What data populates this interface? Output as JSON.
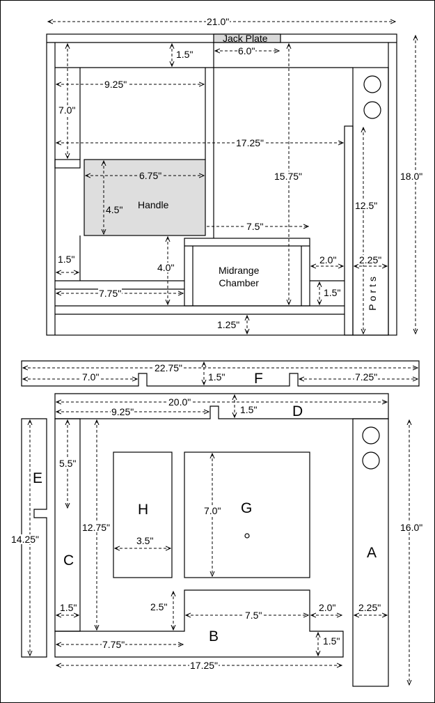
{
  "top_view": {
    "overall_width": "21.0\"",
    "jack_plate": "Jack Plate",
    "jack_offset": "6.0\"",
    "top_strip": "1.5\"",
    "shelf_width": "9.25\"",
    "upper_height": "7.0\"",
    "inner_width": "17.25\"",
    "handle_label": "Handle",
    "handle_width": "6.75\"",
    "handle_height": "4.5\"",
    "inner_height": "15.75\"",
    "overall_height": "18.0\"",
    "port_height": "12.5\"",
    "mid_offset": "7.5\"",
    "left_post": "1.5\"",
    "handle_gap": "4.0\"",
    "midrange_label": "Midrange\nChamber",
    "right_gap": "2.0\"",
    "port_width": "2.25\"",
    "ports_label": "Ports",
    "lower_left": "7.75\"",
    "right_step": "1.5\"",
    "bottom_strip": "1.25\""
  },
  "parts": {
    "F": {
      "letter": "F",
      "length": "22.75\"",
      "left": "7.0\"",
      "height": "1.5\"",
      "right": "7.25\""
    },
    "D": {
      "letter": "D",
      "length": "20.0\"",
      "notch": "9.25\"",
      "height": "1.5\""
    },
    "E": {
      "letter": "E",
      "length": "14.25\""
    },
    "C": {
      "letter": "C",
      "notch": "5.5\"",
      "length": "12.75\"",
      "width": "1.5\""
    },
    "H": {
      "letter": "H",
      "width": "3.5\""
    },
    "G": {
      "letter": "G",
      "height": "7.0\""
    },
    "A": {
      "letter": "A",
      "length": "16.0\"",
      "width": "2.25\""
    },
    "B": {
      "letter": "B",
      "step": "2.5\"",
      "mid": "7.5\"",
      "right": "2.0\"",
      "left": "7.75\"",
      "right_step": "1.5\"",
      "length": "17.25\""
    }
  }
}
